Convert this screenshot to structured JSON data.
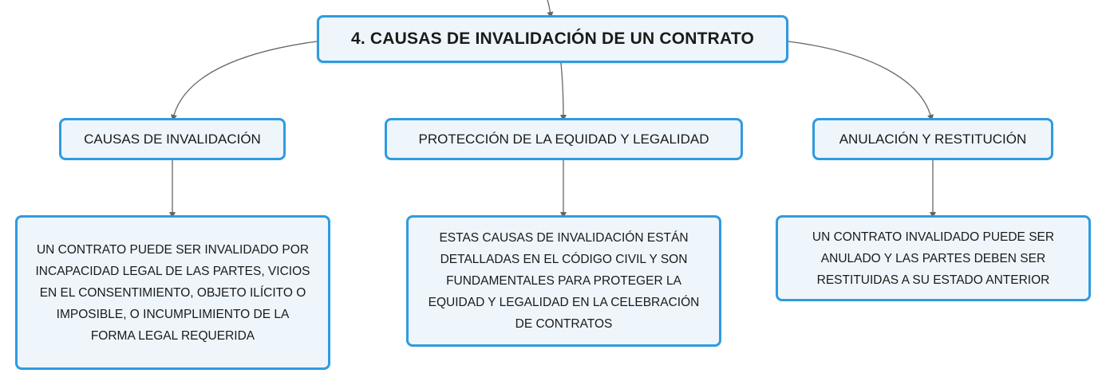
{
  "root": {
    "label": "4. CAUSAS DE INVALIDACIÓN DE UN CONTRATO"
  },
  "branches": [
    {
      "label": "CAUSAS DE INVALIDACIÓN",
      "detail": "UN CONTRATO PUEDE SER INVALIDADO POR\nINCAPACIDAD LEGAL DE LAS PARTES, VICIOS\nEN EL CONSENTIMIENTO, OBJETO ILÍCITO O\nIMPOSIBLE, O INCUMPLIMIENTO DE LA\nFORMA LEGAL REQUERIDA"
    },
    {
      "label": "PROTECCIÓN DE LA EQUIDAD Y LEGALIDAD",
      "detail": "ESTAS CAUSAS DE INVALIDACIÓN ESTÁN\nDETALLADAS EN EL CÓDIGO CIVIL Y SON\nFUNDAMENTALES PARA PROTEGER LA\nEQUIDAD Y LEGALIDAD EN LA CELEBRACIÓN\nDE CONTRATOS"
    },
    {
      "label": "ANULACIÓN Y RESTITUCIÓN",
      "detail": "UN CONTRATO INVALIDADO PUEDE SER\nANULADO Y LAS PARTES DEBEN SER\nRESTITUIDAS A SU ESTADO ANTERIOR"
    }
  ],
  "colors": {
    "node_border": "#2f9be0",
    "node_fill": "#eef6fc",
    "connector": "#666666"
  }
}
